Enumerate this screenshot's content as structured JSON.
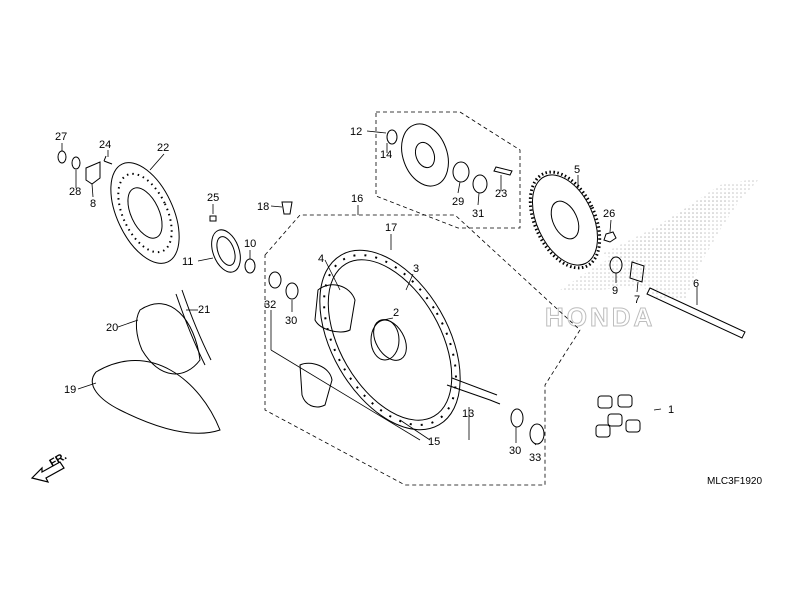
{
  "diagram": {
    "code": "MLC3F1920",
    "direction_label": "FR.",
    "watermark_text": "HONDA",
    "colors": {
      "line": "#000000",
      "watermark": "#c8c8c8",
      "background": "#ffffff"
    },
    "callouts": [
      "1",
      "2",
      "3",
      "4",
      "5",
      "6",
      "7",
      "8",
      "9",
      "10",
      "11",
      "12",
      "13",
      "14",
      "15",
      "16",
      "17",
      "18",
      "19",
      "20",
      "21",
      "22",
      "23",
      "24",
      "25",
      "26",
      "27",
      "28",
      "29",
      "30",
      "30",
      "31",
      "32",
      "33"
    ]
  }
}
